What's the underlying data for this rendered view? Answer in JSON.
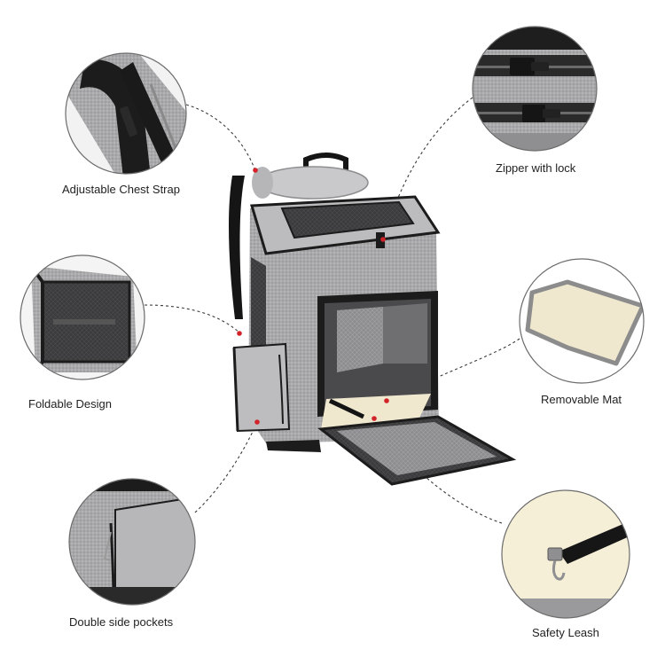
{
  "callouts": {
    "chest_strap": "Adjustable Chest Strap",
    "zipper": "Zipper with lock",
    "foldable": "Foldable Design",
    "mat": "Removable Mat",
    "pockets": "Double side pockets",
    "leash": "Safety Leash"
  },
  "colors": {
    "fabric_grey": "#a9a9ab",
    "fabric_light": "#c9c9cb",
    "trim_black": "#1c1c1c",
    "mesh_dark": "#3b3b3d",
    "mat_cream": "#efe8cf",
    "mat_border": "#8c8c8c",
    "marker_red": "#d2232a"
  }
}
